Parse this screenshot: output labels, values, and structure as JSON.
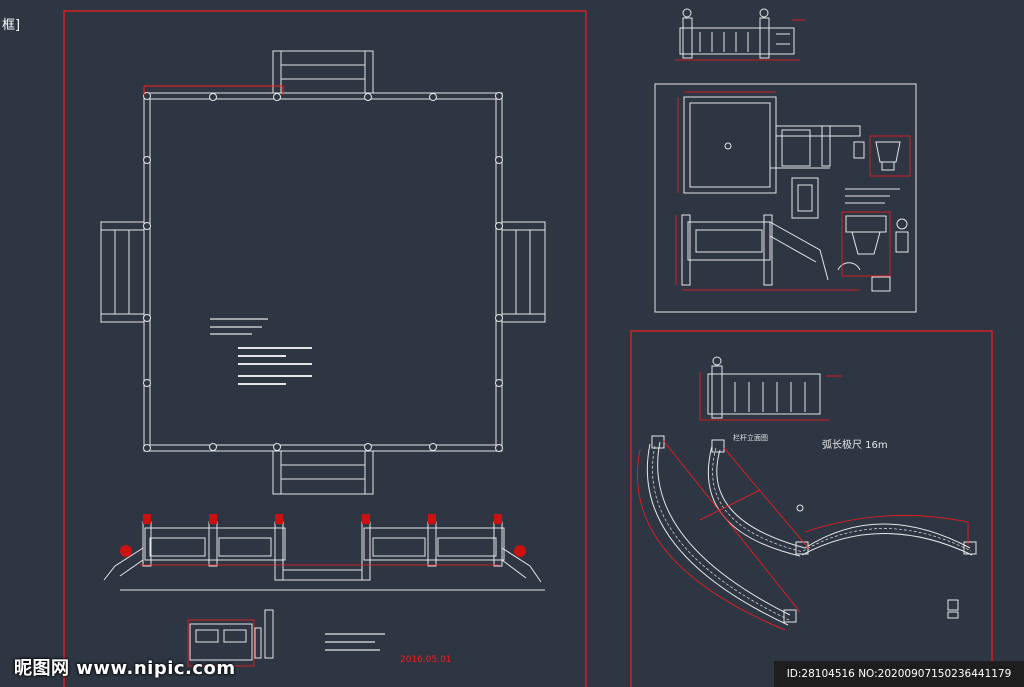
{
  "window": {
    "title_fragment": "框]"
  },
  "colors": {
    "background": "#2d3642",
    "line": "#e6e6e6",
    "accent": "#ff1a1a",
    "balustrade_red": "#cc1111"
  },
  "plan_notes": {
    "date": "2016.05.01",
    "arc_note": "弧长极尺 16m",
    "railing_caption": "栏杆立面图"
  },
  "watermark": {
    "logo_text": "昵图网 www.nipic.com",
    "id_text": "ID:28104516 NO:20200907150236441179"
  }
}
